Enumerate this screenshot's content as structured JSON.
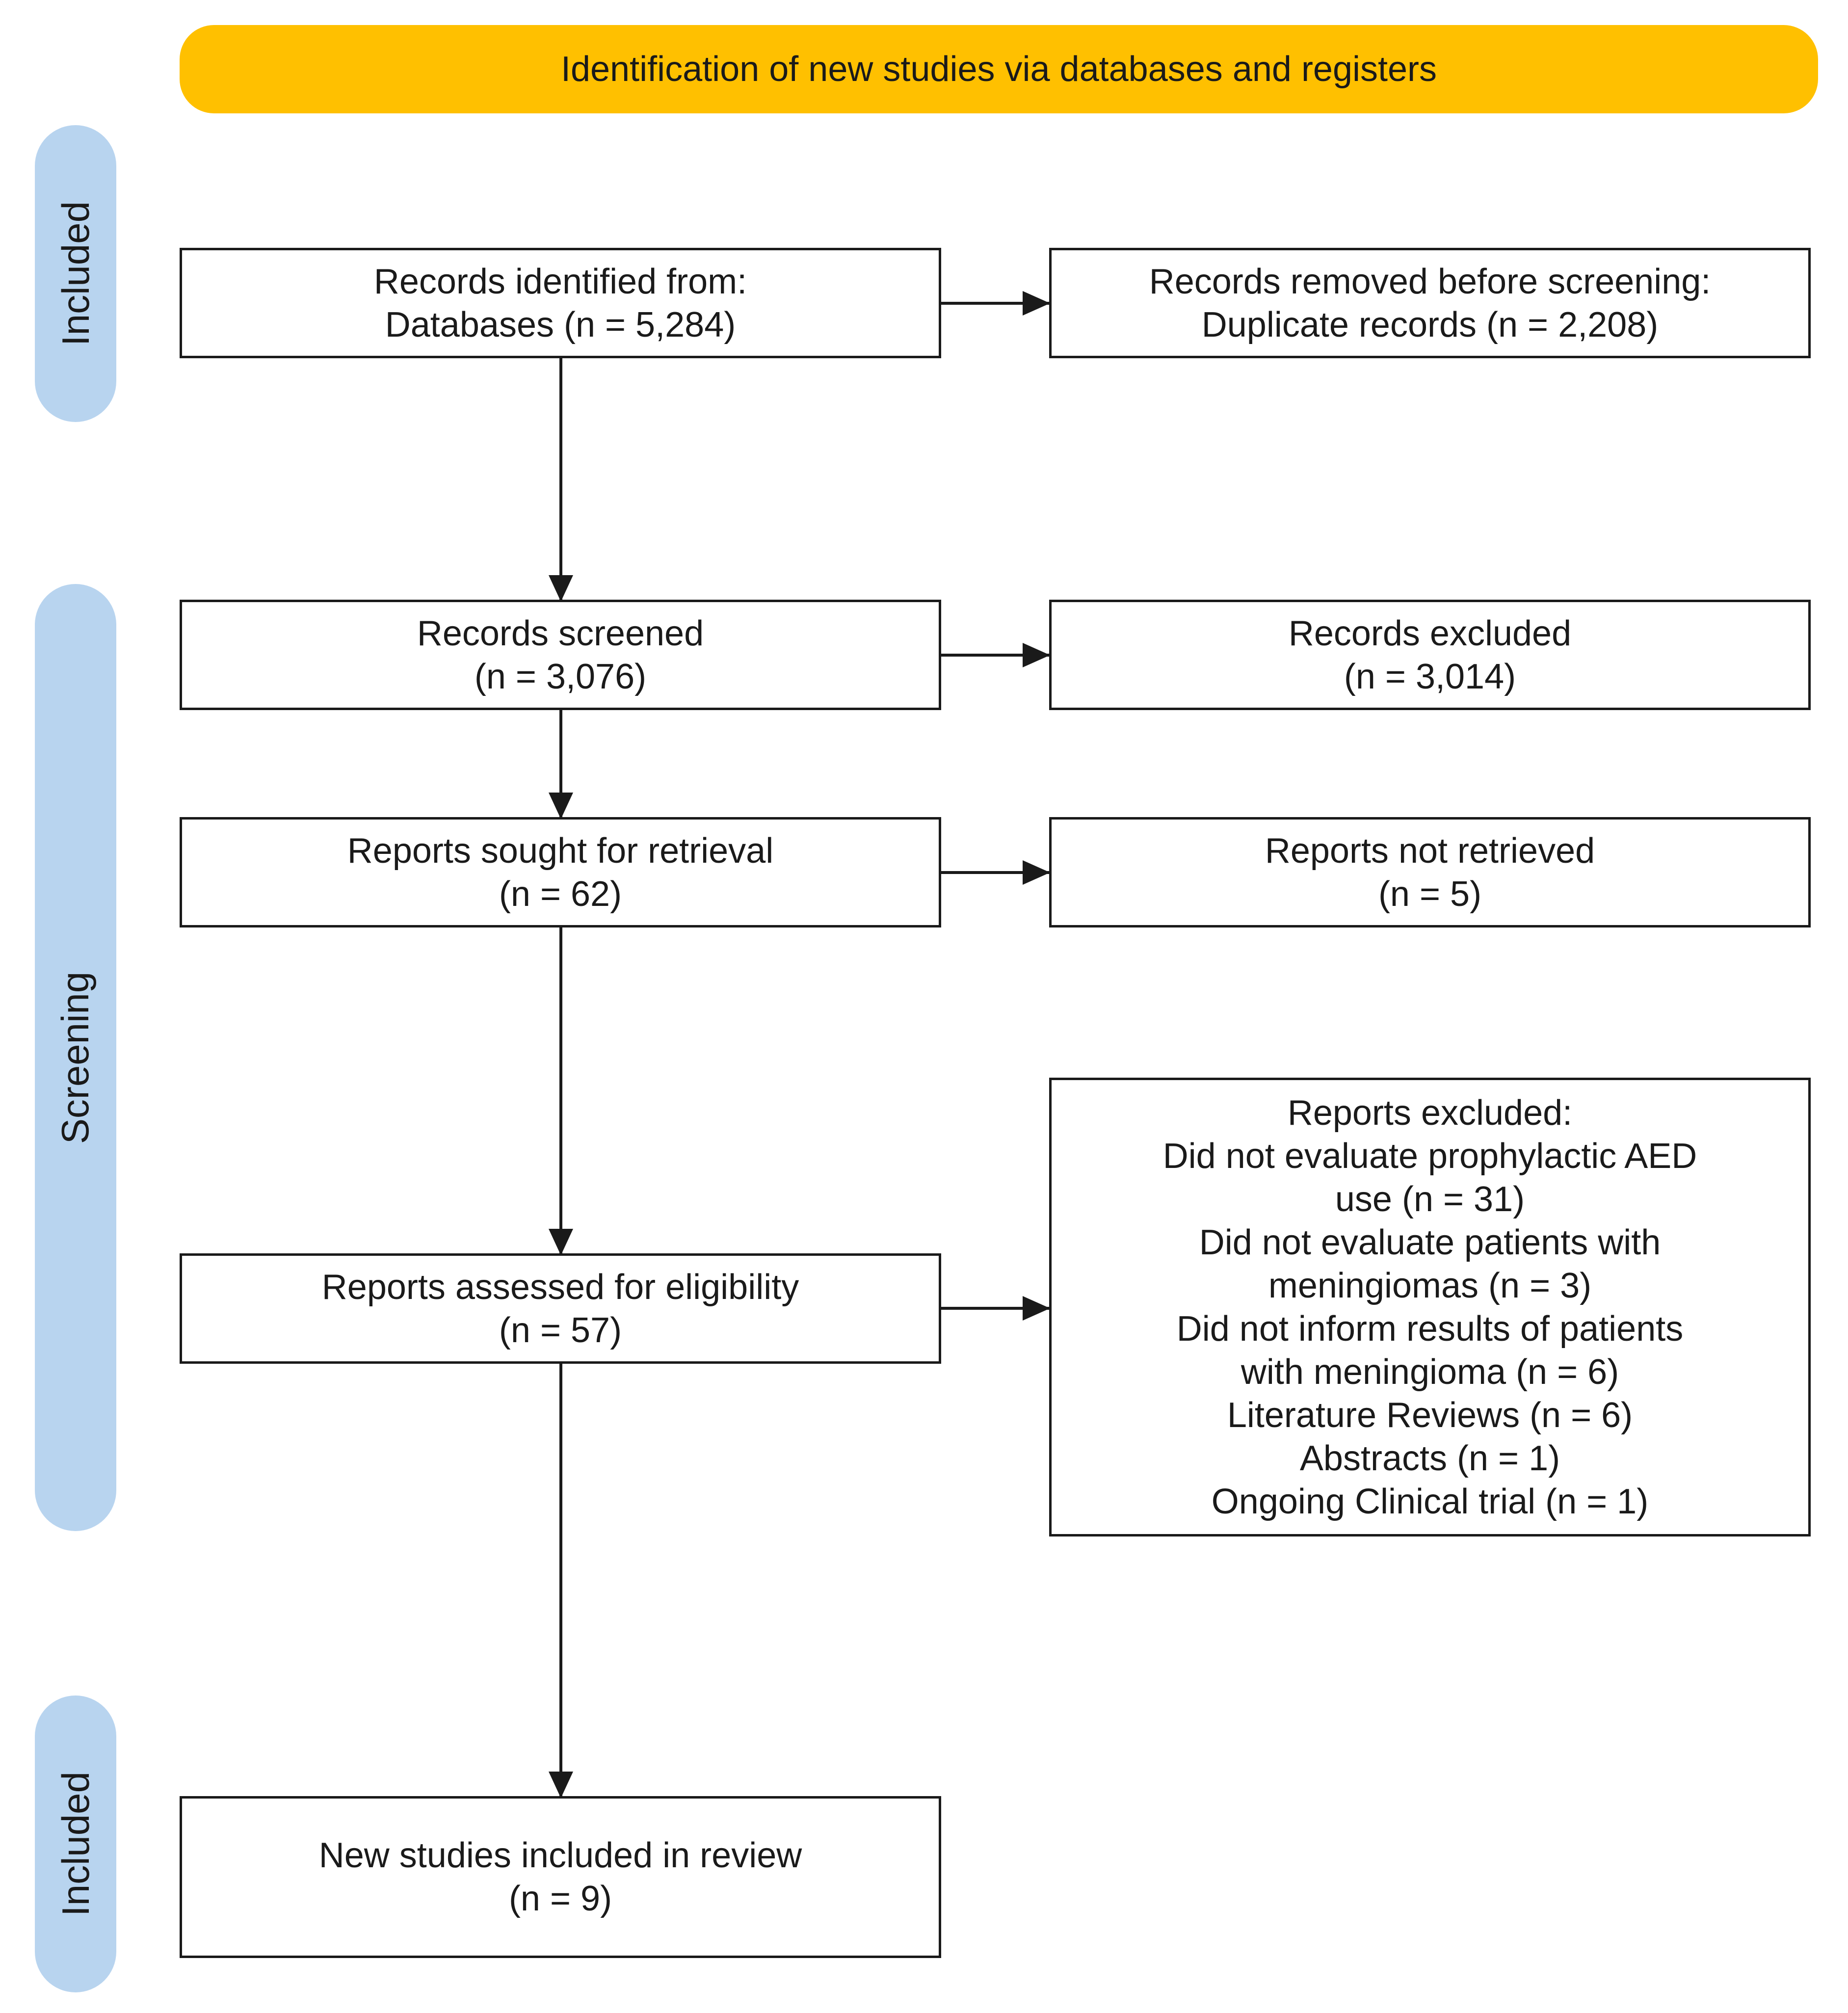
{
  "header": {
    "title": "Identification of new studies via databases and registers"
  },
  "colors": {
    "header_fill": "#FFC000",
    "phase_fill": "#B8D4EF",
    "box_border": "#1a1a1a",
    "arrow": "#1a1a1a"
  },
  "phases": {
    "top": "Included",
    "middle": "Screening",
    "bottom": "Included"
  },
  "boxes": {
    "identified": {
      "lines": [
        "Records identified from:",
        "Databases (n = 5,284)"
      ]
    },
    "removed": {
      "lines": [
        "Records removed before screening:",
        "Duplicate records (n = 2,208)"
      ]
    },
    "screened": {
      "lines": [
        "Records screened",
        "(n = 3,076)"
      ]
    },
    "excluded": {
      "lines": [
        "Records excluded",
        "(n = 3,014)"
      ]
    },
    "sought": {
      "lines": [
        "Reports sought for retrieval",
        "(n = 62)"
      ]
    },
    "not_retrieved": {
      "lines": [
        "Reports not retrieved",
        "(n = 5)"
      ]
    },
    "assessed": {
      "lines": [
        "Reports assessed for eligibility",
        "(n = 57)"
      ]
    },
    "reports_excluded": {
      "lines": [
        "Reports excluded:",
        "Did not evaluate prophylactic AED",
        "use (n = 31)",
        "Did not evaluate patients with",
        "meningiomas (n = 3)",
        "Did not inform results of patients",
        "with meningioma (n = 6)",
        "Literature Reviews (n = 6)",
        "Abstracts (n = 1)",
        "Ongoing Clinical trial (n = 1)"
      ]
    },
    "included": {
      "lines": [
        "New studies included in review",
        "(n = 9)"
      ]
    }
  }
}
